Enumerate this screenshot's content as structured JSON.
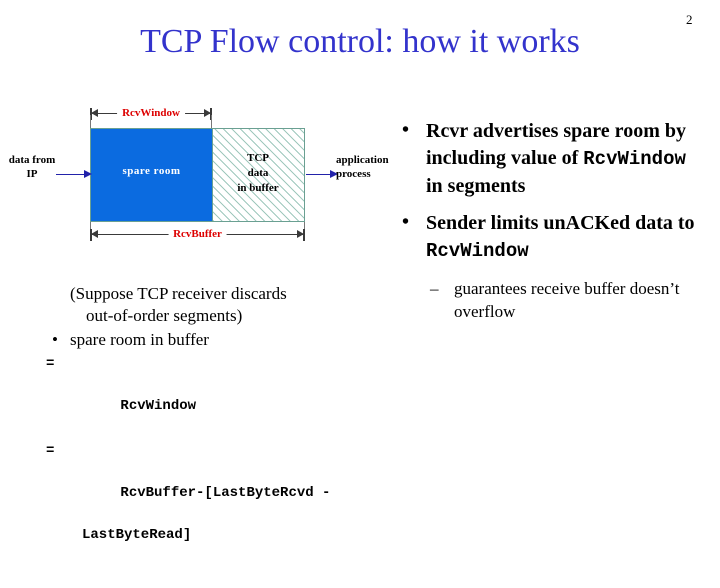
{
  "slide": {
    "page_number": "2",
    "title": "TCP Flow control: how it works",
    "title_color": "#3333cc"
  },
  "diagram": {
    "dimension_labels": {
      "rcv_window": "RcvWindow",
      "rcv_buffer": "RcvBuffer",
      "color": "#dd0000"
    },
    "spare_room_label": "spare room",
    "tcp_data_label_line1": "TCP",
    "tcp_data_label_line2": "data",
    "tcp_data_label_line3": "in buffer",
    "input_label_line1": "data from",
    "input_label_line2": "IP",
    "output_label_line1": "application",
    "output_label_line2": "process",
    "spare_room_color": "#0b6be0",
    "buffer_hatch_color": "#9fc8bd"
  },
  "left_text": {
    "note_line1": "(Suppose TCP receiver discards",
    "note_line2": "out-of-order segments)",
    "bullet": "spare room in buffer",
    "eq1_sign": "=",
    "eq1_value": "RcvWindow",
    "eq2_sign": "=",
    "eq2_value": "RcvBuffer-[LastByteRcvd -",
    "eq2_value_cont": "LastByteRead]"
  },
  "right_text": {
    "bullet1_part1": "Rcvr advertises spare room by including value of ",
    "bullet1_mono": "RcvWindow",
    "bullet1_part2": " in segments",
    "bullet2_part1": "Sender limits unACKed data to ",
    "bullet2_mono": "RcvWindow",
    "sub_dash": "–",
    "sub_text": "guarantees receive buffer doesn’t overflow",
    "bullet_marker": "•"
  }
}
